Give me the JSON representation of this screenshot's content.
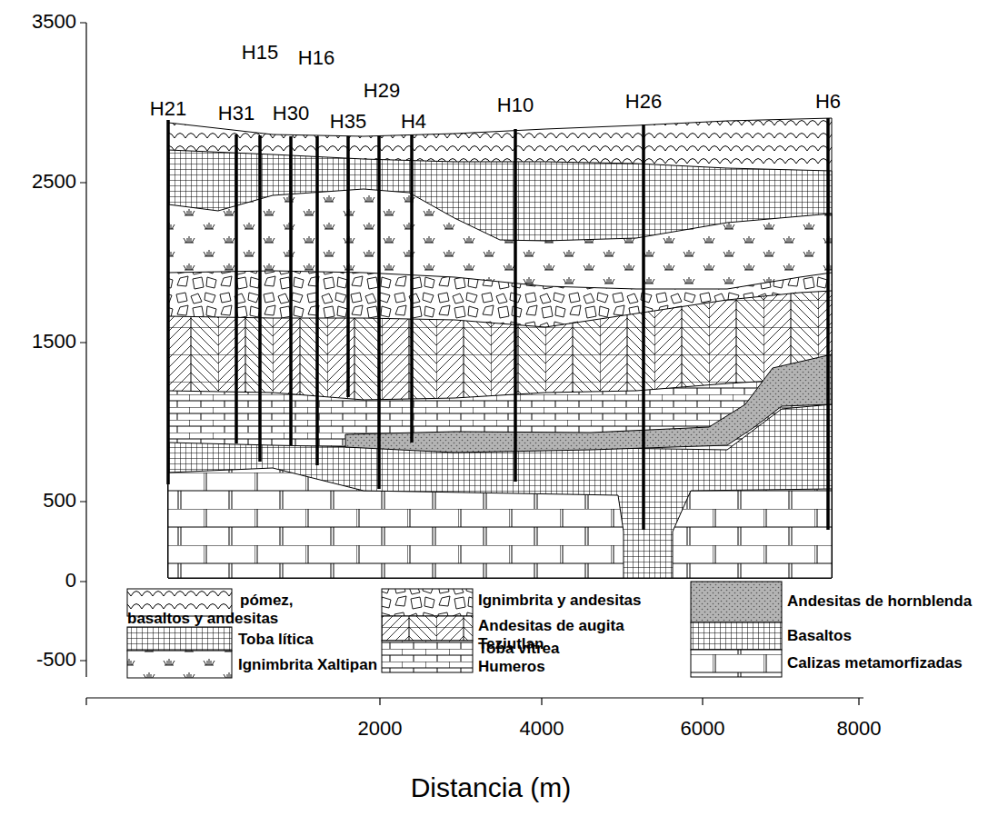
{
  "diagram": {
    "labels": [
      "H21",
      "H31",
      "H15",
      "H30",
      "H16",
      "H35",
      "H29",
      "H4",
      "H10",
      "H26",
      "H6",
      "3500",
      "2500",
      "1500",
      "500",
      "0",
      "-500",
      "2000",
      "4000",
      "6000",
      "8000",
      "Distancia  (m)"
    ],
    "legend": [
      {
        "text": "pómez, basaltos y andesitas"
      },
      {
        "text": "Toba lítica"
      },
      {
        "text": "Ignimbrita Xaltipan"
      },
      {
        "text": "Ignimbrita y andesitas"
      },
      {
        "text": "Andesitas de augita Teziutlan"
      },
      {
        "text": "Toba vítrea Humeros"
      },
      {
        "text": "Andesitas de hornblenda"
      },
      {
        "text": "Basaltos"
      },
      {
        "text": "Calizas metamorfizadas"
      }
    ]
  }
}
